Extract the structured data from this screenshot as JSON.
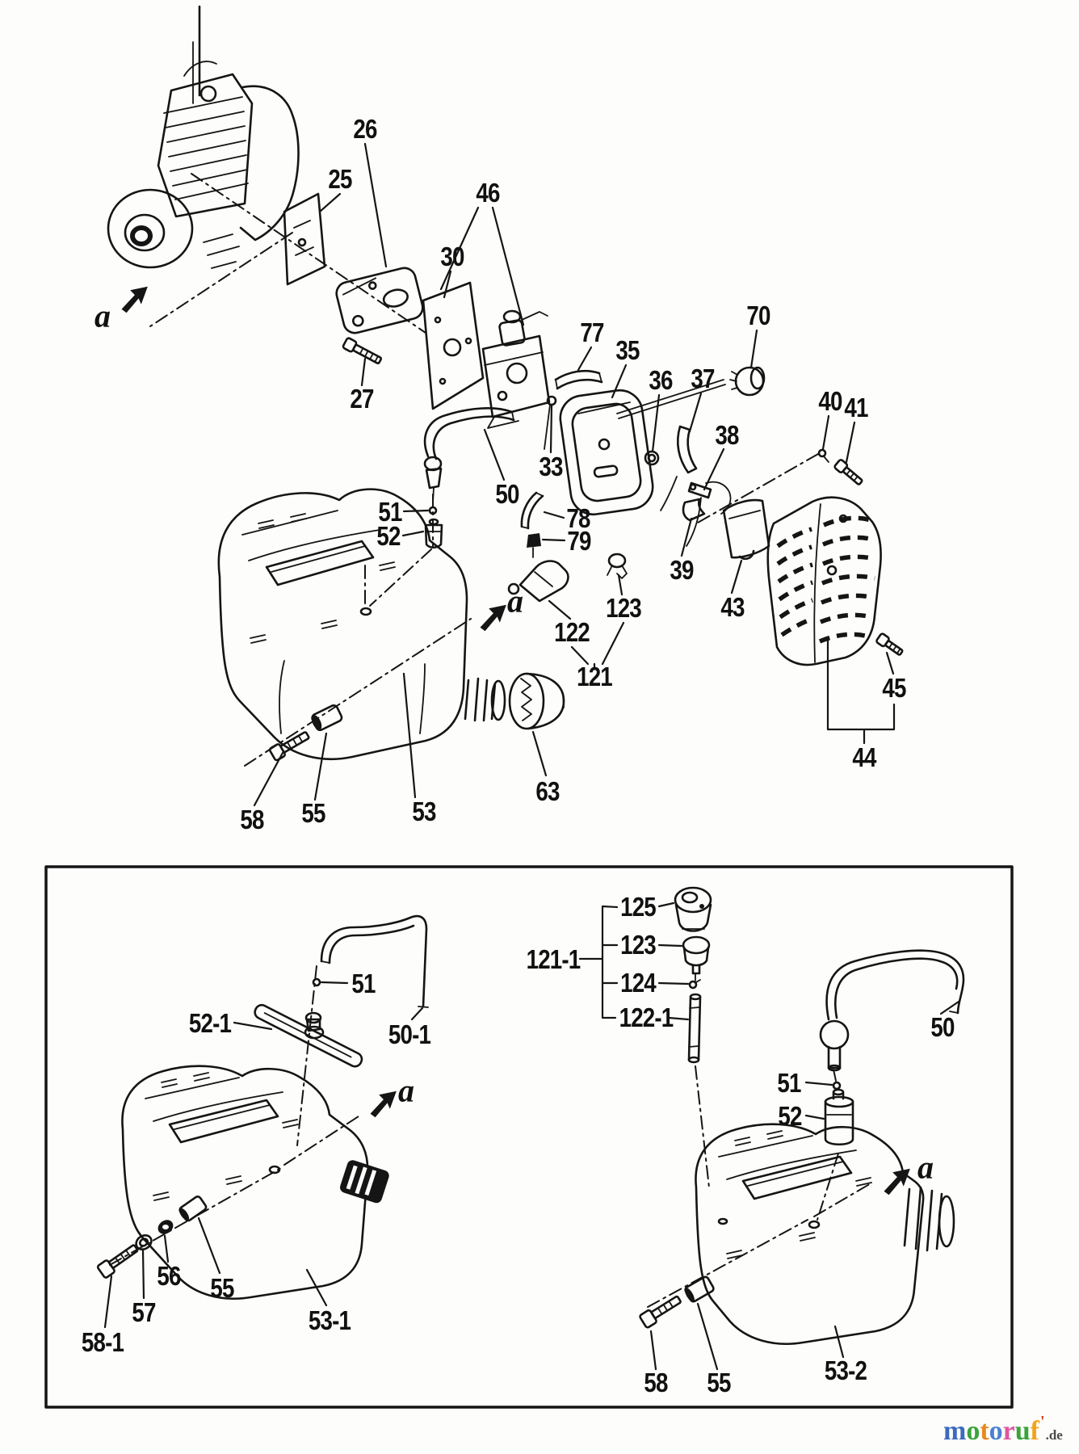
{
  "labels": {
    "a": "a",
    "25": "25",
    "26": "26",
    "27": "27",
    "30": "30",
    "33": "33",
    "35": "35",
    "36": "36",
    "37": "37",
    "38": "38",
    "39": "39",
    "40": "40",
    "41": "41",
    "43": "43",
    "44": "44",
    "45": "45",
    "46": "46",
    "50": "50",
    "50-1": "50-1",
    "51": "51",
    "52": "52",
    "52-1": "52-1",
    "53": "53",
    "53-1": "53-1",
    "53-2": "53-2",
    "55": "55",
    "56": "56",
    "57": "57",
    "58": "58",
    "58-1": "58-1",
    "63": "63",
    "70": "70",
    "77": "77",
    "78": "78",
    "79": "79",
    "121": "121",
    "121-1": "121-1",
    "122": "122",
    "122-1": "122-1",
    "123": "123",
    "124": "124",
    "125": "125"
  },
  "logo": {
    "letters": [
      {
        "ch": "m",
        "color": "#3b6abf"
      },
      {
        "ch": "o",
        "color": "#3aa33a"
      },
      {
        "ch": "t",
        "color": "#e8891f"
      },
      {
        "ch": "o",
        "color": "#4a7fd4"
      },
      {
        "ch": "r",
        "color": "#e0559f"
      },
      {
        "ch": "u",
        "color": "#3aa33a"
      },
      {
        "ch": "f",
        "color": "#f0a41c"
      }
    ],
    "tick": "'",
    "suffix": ".de"
  }
}
